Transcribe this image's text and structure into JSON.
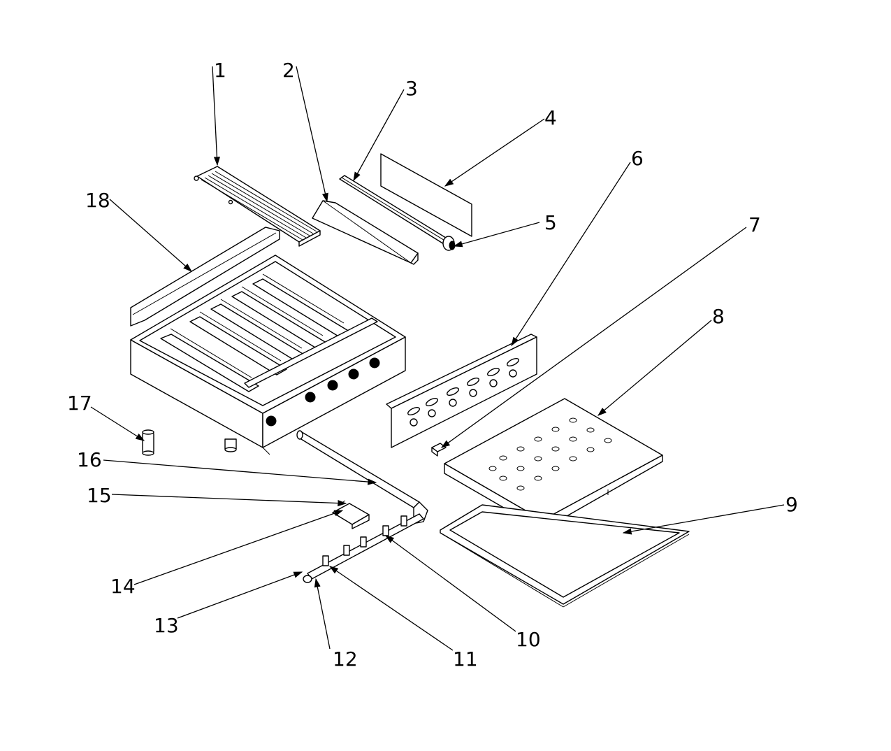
{
  "callouts": [
    {
      "num": "1"
    },
    {
      "num": "2"
    },
    {
      "num": "3"
    },
    {
      "num": "4"
    },
    {
      "num": "5"
    },
    {
      "num": "6"
    },
    {
      "num": "7"
    },
    {
      "num": "8"
    },
    {
      "num": "9"
    },
    {
      "num": "10"
    },
    {
      "num": "11"
    },
    {
      "num": "12"
    },
    {
      "num": "13"
    },
    {
      "num": "14"
    },
    {
      "num": "15"
    },
    {
      "num": "16"
    },
    {
      "num": "17"
    },
    {
      "num": "18"
    }
  ]
}
